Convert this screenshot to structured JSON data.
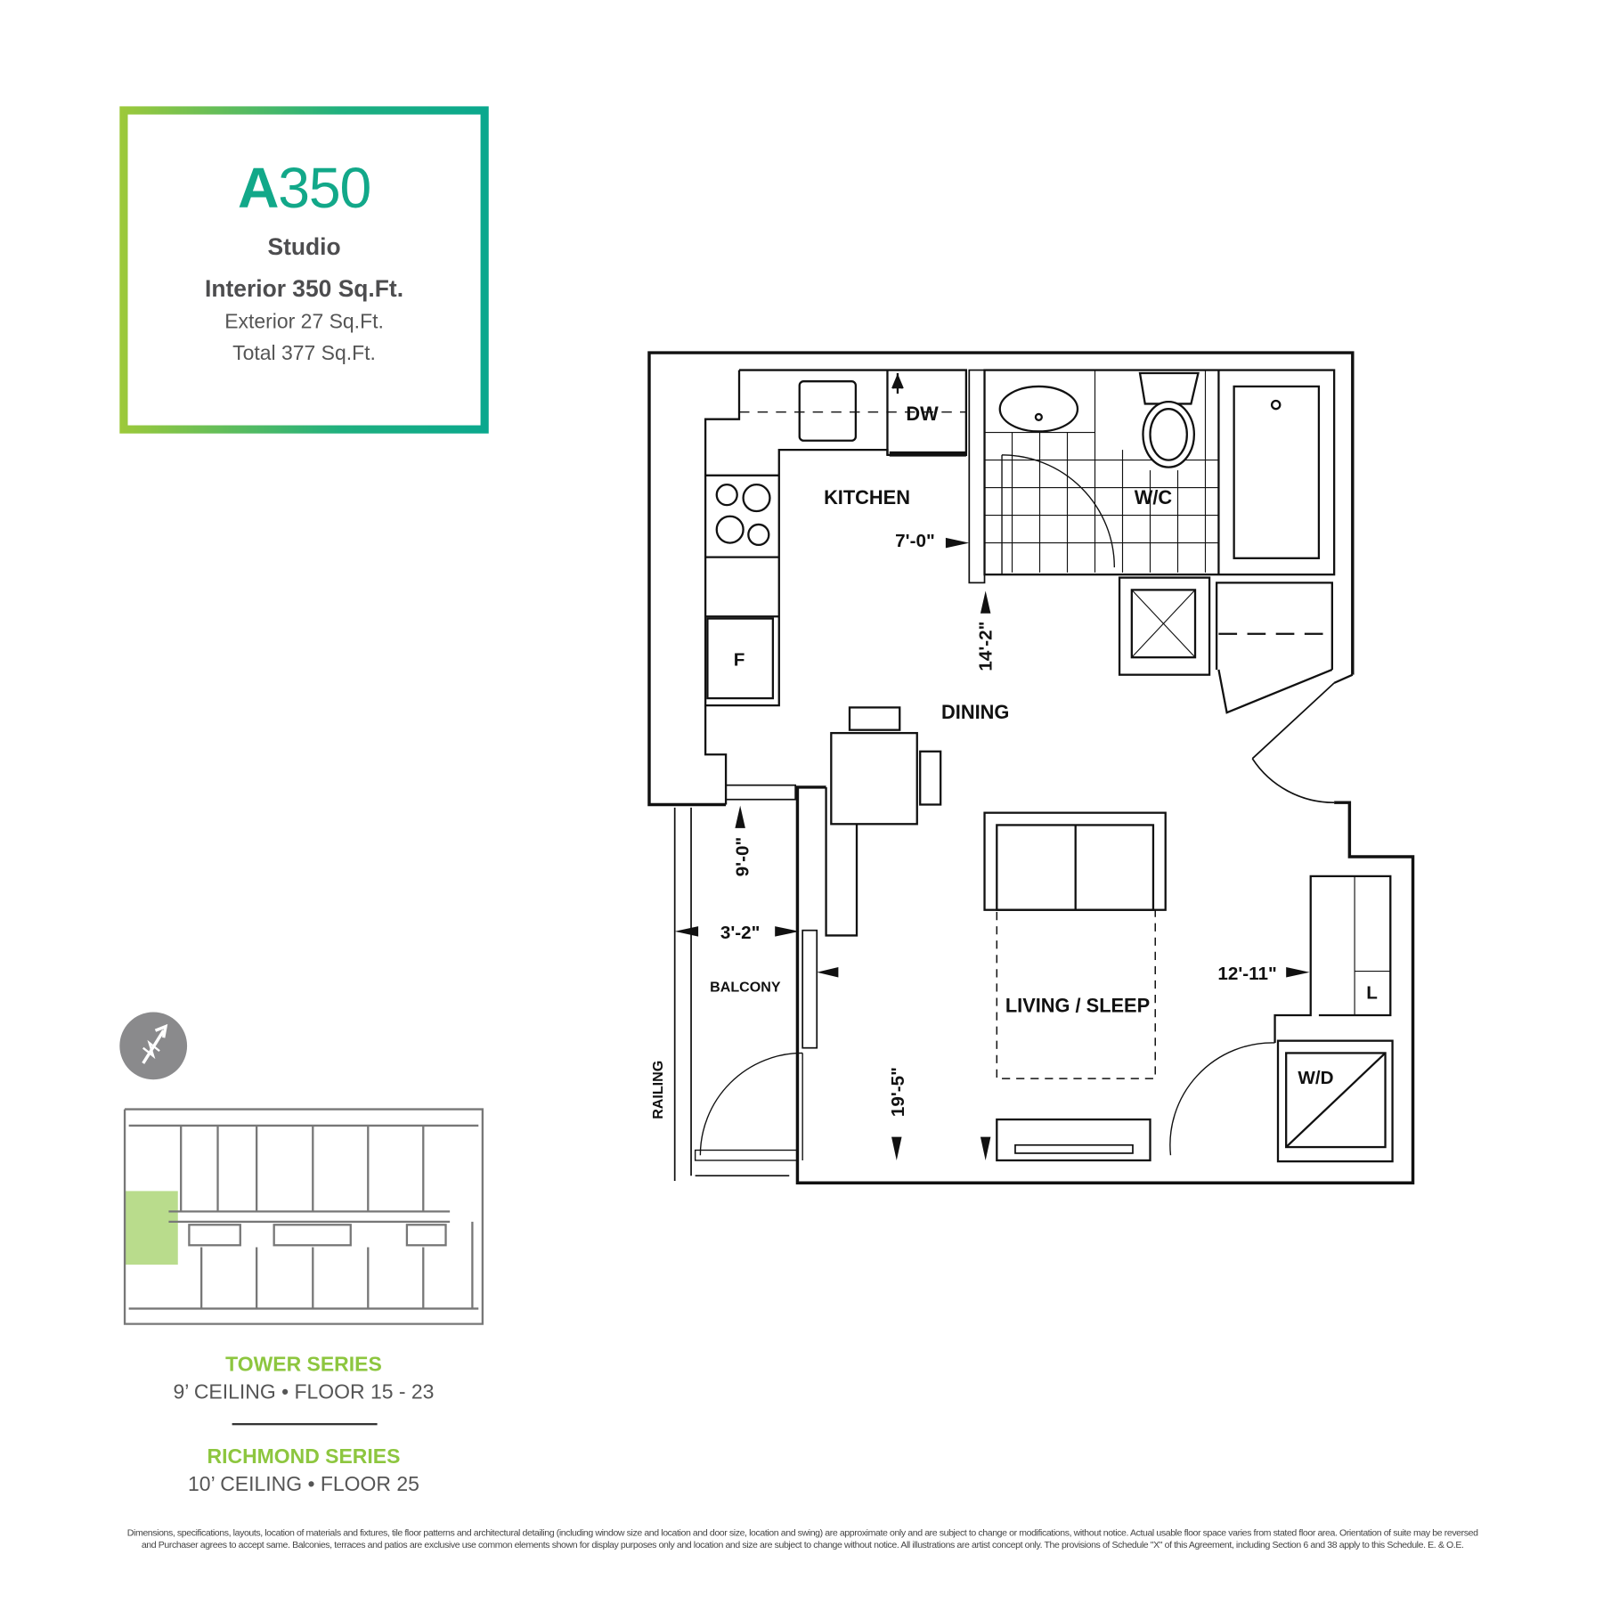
{
  "unit": {
    "code_letter": "A",
    "code_number": "350",
    "type": "Studio",
    "interior": "Interior 350 Sq.Ft.",
    "exterior": "Exterior 27 Sq.Ft.",
    "total": "Total 377 Sq.Ft."
  },
  "plan": {
    "rooms": {
      "kitchen": "KITCHEN",
      "wc": "W/C",
      "dining": "DINING",
      "living": "LIVING / SLEEP",
      "balcony": "BALCONY",
      "railing": "RAILING"
    },
    "fixtures": {
      "dw": "DW",
      "fridge": "F",
      "linen": "L",
      "wd": "W/D"
    },
    "dimensions": {
      "kitchen_width": "7'-0\"",
      "kitchen_depth": "14'-2\"",
      "balcony_depth": "9'-0\"",
      "balcony_width": "3'-2\"",
      "living_width": "12'-11\"",
      "living_depth": "19'-5\""
    }
  },
  "series": [
    {
      "title": "TOWER SERIES",
      "details": "9’ CEILING  •  FLOOR 15 - 23"
    },
    {
      "title": "RICHMOND SERIES",
      "details": "10’ CEILING  •  FLOOR 25"
    }
  ],
  "disclaimer": [
    "Dimensions, specifications, layouts, location of materials and fixtures, tile floor patterns and architectural detailing (including window size and location and door size, location and swing) are approximate only and are subject to change or modifications, without notice. Actual usable floor space varies from stated floor area. Orientation of suite may be reversed",
    "and Purchaser agrees to accept same. Balconies, terraces and patios are exclusive use common elements shown for display purposes only and location and size are subject to change without notice. All illustrations are artist concept only. The provisions of Schedule \"X\" of this Agreement, including Section 6 and 38 apply to this Schedule. E. & O.E."
  ],
  "colors": {
    "teal": "#12a889",
    "green": "#8dc63f",
    "highlight": "#b9dc8c",
    "compass": "#8a8a8c"
  }
}
